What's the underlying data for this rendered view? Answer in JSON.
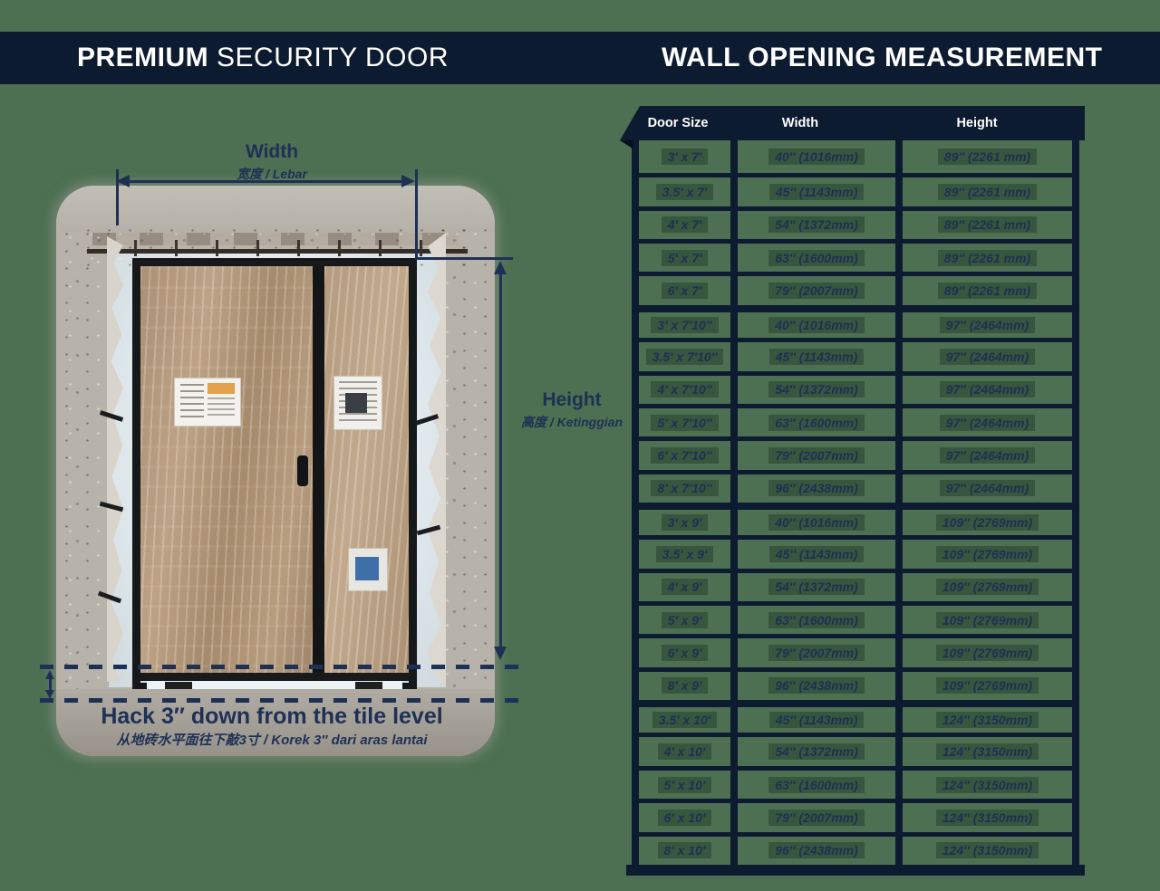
{
  "page": {
    "background_color": "#4c7051",
    "bar_color": "#0d1b30",
    "annotation_color": "#1e3055"
  },
  "header": {
    "left_title_bold": "PREMIUM",
    "left_title_rest": " SECURITY DOOR",
    "right_title": "WALL OPENING MEASUREMENT"
  },
  "photo_annotations": {
    "width_label": "Width",
    "width_sublabel": "宽度 / Lebar",
    "height_label": "Height",
    "height_sublabel": "高度 / Ketinggian",
    "hack_note": "Hack 3″ down from the tile level",
    "hack_note_sub": "从地砖水平面往下敲3寸 / Korek 3″ dari aras lantai"
  },
  "table": {
    "columns": [
      "Door Size",
      "Width",
      "Height"
    ],
    "rows": [
      {
        "size": "3′ x 7′",
        "width": "40″ (1016mm)",
        "height": "89″ (2261 mm)"
      },
      {
        "size": "3.5′ x 7′",
        "width": "45″ (1143mm)",
        "height": "89″ (2261 mm)"
      },
      {
        "size": "4′ x 7′",
        "width": "54″ (1372mm)",
        "height": "89″ (2261 mm)"
      },
      {
        "size": "5′ x 7′",
        "width": "63″ (1600mm)",
        "height": "89″ (2261 mm)"
      },
      {
        "size": "6′ x 7′",
        "width": "79″ (2007mm)",
        "height": "89″ (2261 mm)"
      },
      {
        "size": "3′ x 7′10″",
        "width": "40″ (1016mm)",
        "height": "97″ (2464mm)",
        "new_group": true
      },
      {
        "size": "3.5′ x 7′10″",
        "width": "45″ (1143mm)",
        "height": "97″ (2464mm)"
      },
      {
        "size": "4′ x 7′10″",
        "width": "54″ (1372mm)",
        "height": "97″ (2464mm)"
      },
      {
        "size": "5′ x 7′10″",
        "width": "63″ (1600mm)",
        "height": "97″ (2464mm)"
      },
      {
        "size": "6′ x 7′10″",
        "width": "79″ (2007mm)",
        "height": "97″ (2464mm)"
      },
      {
        "size": "8′ x 7′10″",
        "width": "96″ (2438mm)",
        "height": "97″ (2464mm)"
      },
      {
        "size": "3′ x 9′",
        "width": "40″ (1016mm)",
        "height": "109″ (2769mm)",
        "new_group": true
      },
      {
        "size": "3.5′ x 9′",
        "width": "45″ (1143mm)",
        "height": "109″ (2769mm)"
      },
      {
        "size": "4′ x 9′",
        "width": "54″ (1372mm)",
        "height": "109″ (2769mm)"
      },
      {
        "size": "5′ x 9′",
        "width": "63″ (1600mm)",
        "height": "109″ (2769mm)"
      },
      {
        "size": "6′ x 9′",
        "width": "79″ (2007mm)",
        "height": "109″ (2769mm)"
      },
      {
        "size": "8′ x 9′",
        "width": "96″ (2438mm)",
        "height": "109″ (2769mm)"
      },
      {
        "size": "3.5′ x 10′",
        "width": "45″ (1143mm)",
        "height": "124″ (3150mm)",
        "new_group": true
      },
      {
        "size": "4′ x 10′",
        "width": "54″ (1372mm)",
        "height": "124″ (3150mm)"
      },
      {
        "size": "5′ x 10′",
        "width": "63″ (1600mm)",
        "height": "124″ (3150mm)"
      },
      {
        "size": "6′ x 10′",
        "width": "79″ (2007mm)",
        "height": "124″ (3150mm)"
      },
      {
        "size": "8′ x 10′",
        "width": "96″ (2438mm)",
        "height": "124″ (3150mm)"
      }
    ]
  }
}
